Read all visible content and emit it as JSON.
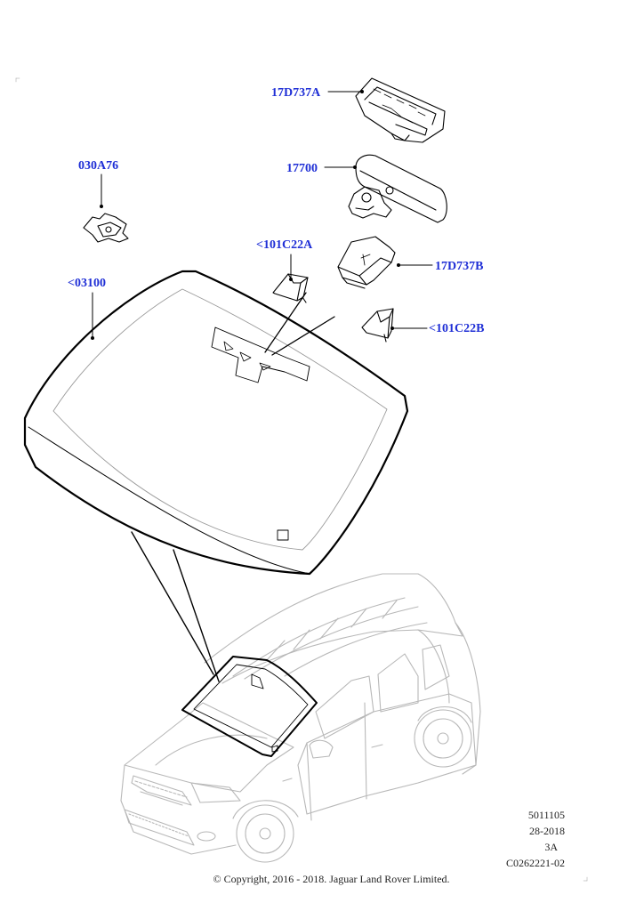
{
  "callouts": {
    "p17D737A": "17D737A",
    "p030A76": "030A76",
    "p17700": "17700",
    "p101C22A": "<101C22A",
    "p17D737B": "17D737B",
    "p03100": "<03100",
    "p101C22B": "<101C22B"
  },
  "meta": {
    "line1": "5011105",
    "line2": "28-2018",
    "line3": "3A",
    "line4": "C0262221-02"
  },
  "copyright": "© Copyright, 2016 - 2018. Jaguar Land Rover Limited.",
  "colors": {
    "callout": "#1f2fd6",
    "line": "#000000",
    "ghost": "#b8b8b8"
  }
}
